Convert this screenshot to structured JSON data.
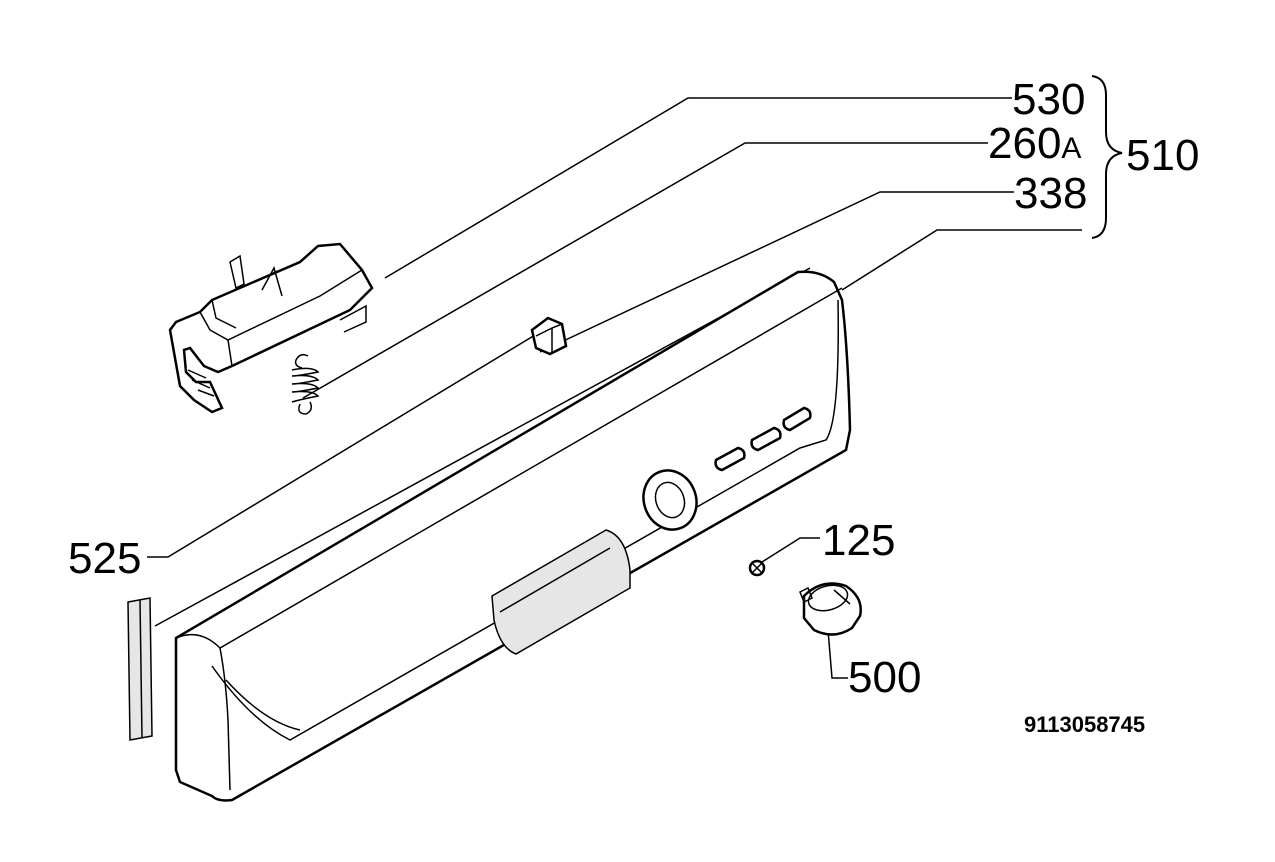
{
  "labels": {
    "p530": "530",
    "p260_num": "260",
    "p260_suffix": "A",
    "p338": "338",
    "p510": "510",
    "p525": "525",
    "p125": "125",
    "p500": "500"
  },
  "reference_number": "9113058745"
}
